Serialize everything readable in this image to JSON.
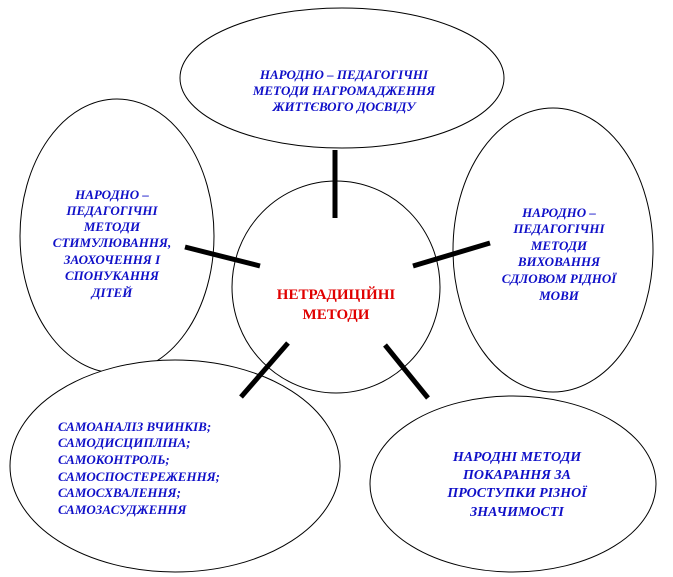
{
  "center": {
    "lines": [
      "НЕТРАДИЦІЙНІ",
      "МЕТОДИ"
    ],
    "color": "#e00000"
  },
  "nodes": {
    "top": {
      "lines": [
        "НАРОДНО – ПЕДАГОГІЧНІ",
        "МЕТОДИ НАГРОМАДЖЕННЯ",
        "ЖИТТЄВОГО ДОСВІДУ"
      ]
    },
    "left": {
      "lines": [
        "НАРОДНО –",
        "ПЕДАГОГІЧНІ",
        "МЕТОДИ",
        "СТИМУЛЮВАННЯ,",
        "ЗАОХОЧЕННЯ І",
        "СПОНУКАННЯ",
        "ДІТЕЙ"
      ]
    },
    "right": {
      "lines": [
        "НАРОДНО –",
        "ПЕДАГОГІЧНІ",
        "МЕТОДИ",
        "ВИХОВАННЯ",
        "СДЛОВОМ РІДНОЇ",
        "МОВИ"
      ]
    },
    "bottom_left": {
      "lines": [
        "САМОАНАЛІЗ ВЧИНКІВ;",
        "САМОДИСЦИПЛІНА;",
        "САМОКОНТРОЛЬ;",
        "САМОСПОСТЕРЕЖЕННЯ;",
        "САМОСХВАЛЕННЯ;",
        "САМОЗАСУДЖЕННЯ"
      ]
    },
    "bottom_right": {
      "lines": [
        "НАРОДНІ МЕТОДИ",
        "ПОКАРАННЯ ЗА",
        "ПРОСТУПКИ РІЗНОЇ",
        "ЗНАЧИМОСТІ"
      ]
    }
  },
  "colors": {
    "node_text": "#1010c8",
    "outline": "#000000",
    "background": "#ffffff"
  }
}
